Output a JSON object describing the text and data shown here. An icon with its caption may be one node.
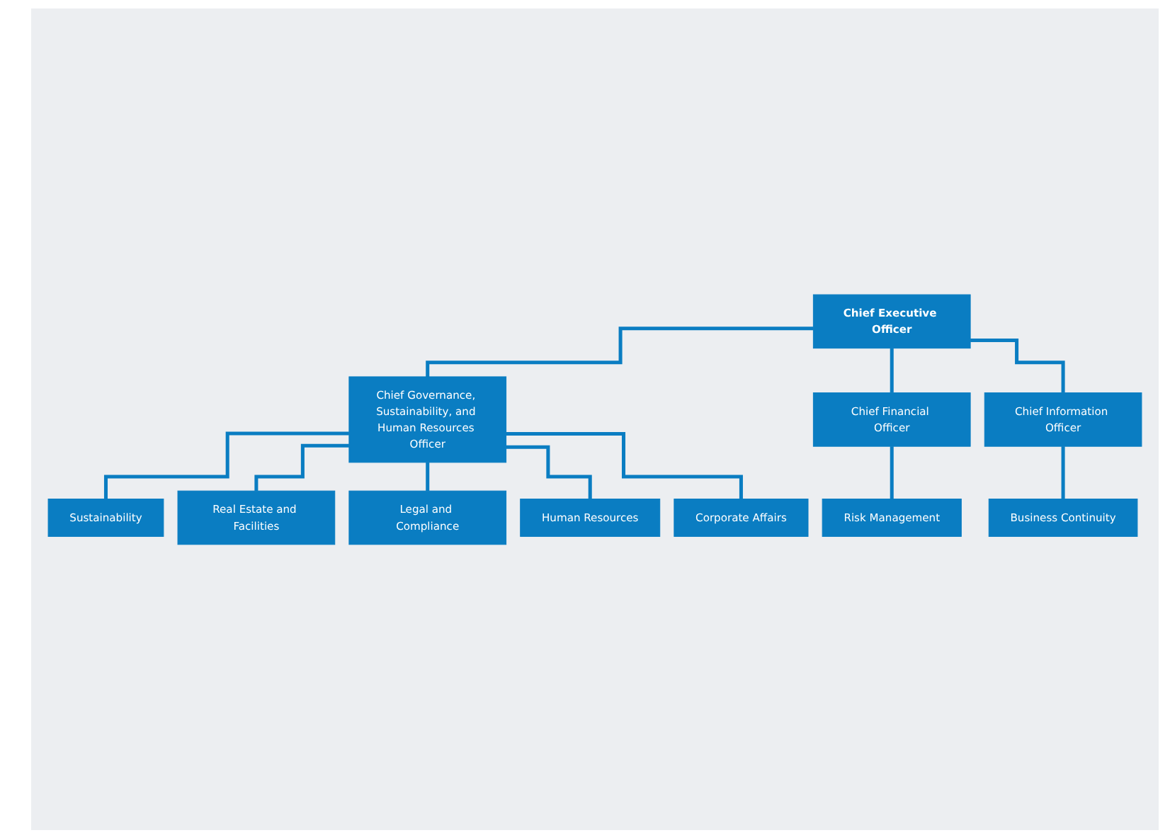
{
  "diagram": {
    "nodes": [
      {
        "text": [
          "Chief Executive Officer"
        ]
      },
      {
        "text": [
          "Chief Governance, Sustainability, and Human Resources Officer"
        ]
      },
      {
        "text": [
          "Chief Financial Officer"
        ]
      },
      {
        "text": [
          "Chief Information Officer"
        ]
      },
      {
        "text": [
          "Sustainability"
        ]
      },
      {
        "text": [
          "Real Estate and Facilities"
        ]
      },
      {
        "text": [
          "Legal and Compliance"
        ]
      },
      {
        "text": [
          "Human Resources"
        ]
      },
      {
        "text": [
          "Corporate Affairs"
        ]
      },
      {
        "text": [
          "Risk Management"
        ]
      },
      {
        "text": [
          "Business Continuity"
        ]
      }
    ],
    "edges": [
      {
        "from": 0,
        "to": 1,
        "arrow": "none"
      },
      {
        "from": 0,
        "to": 2,
        "arrow": "none"
      },
      {
        "from": 0,
        "to": 3,
        "arrow": "none"
      },
      {
        "from": 1,
        "to": 4,
        "arrow": "none"
      },
      {
        "from": 1,
        "to": 5,
        "arrow": "none"
      },
      {
        "from": 1,
        "to": 6,
        "arrow": "none"
      },
      {
        "from": 1,
        "to": 7,
        "arrow": "none"
      },
      {
        "from": 1,
        "to": 8,
        "arrow": "none"
      },
      {
        "from": 2,
        "to": 9,
        "arrow": "none"
      },
      {
        "from": 3,
        "to": 10,
        "arrow": "none"
      }
    ]
  }
}
